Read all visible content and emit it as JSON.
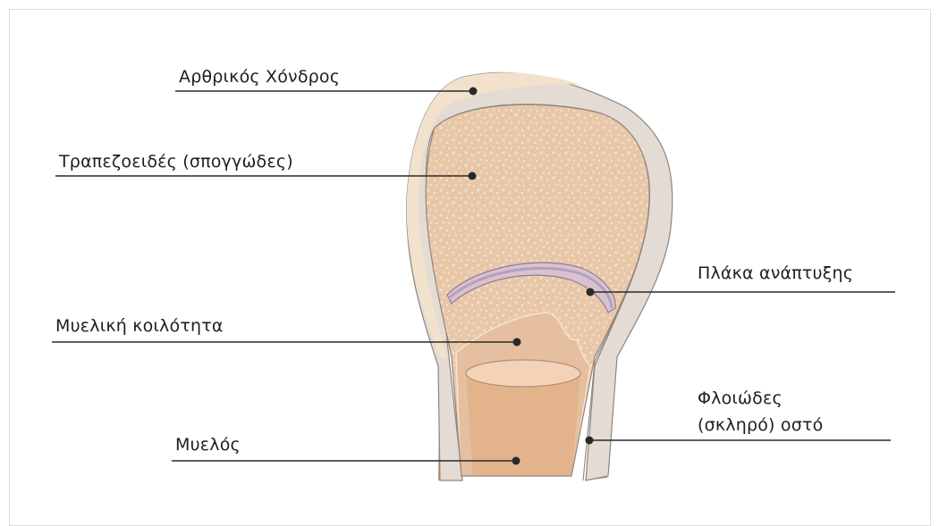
{
  "labels": {
    "articular_cartilage": "Αρθρικός Χόνδρος",
    "spongy_bone": "Τραπεζοειδές (σπογγώδες)",
    "growth_plate": "Πλάκα ανάπτυξης",
    "medullary_cavity": "Μυελική κοιλότητα",
    "cortical_bone_line1": "Φλοιώδες",
    "cortical_bone_line2": "(σκληρό) οστό",
    "marrow": "Μυελός"
  },
  "colors": {
    "cartilage": "#f2e2cc",
    "outer_cortex": "#e4dcd4",
    "spongy": "#e8c7a8",
    "spongy_dots": "#f4dcc6",
    "growth_plate_outer": "#d9c2cf",
    "growth_plate_inner": "#b49fc0",
    "medullary": "#e5bf9f",
    "marrow": "#e3b48c",
    "marrow_top": "#f4d2b8",
    "cortical_shaft": "#b79a78",
    "leader": "#2a2a2a"
  }
}
